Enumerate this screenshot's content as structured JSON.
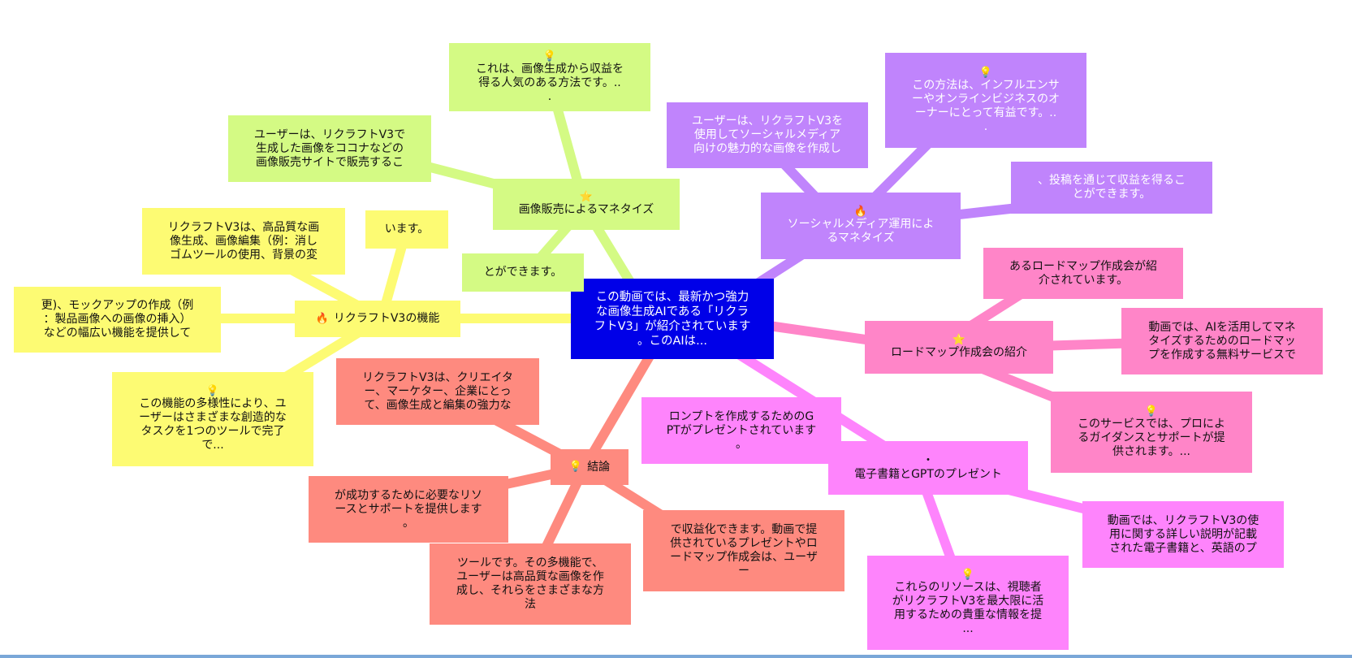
{
  "root": {
    "text": "この動画では、最新かつ強力\nな画像生成AIである「リクラ\nフトV3」が紹介されています\n。このAIは..."
  },
  "branches": {
    "image_sales": {
      "title": "画像販売によるマネタイズ",
      "icon": "star-icon",
      "tip": "これは、画像生成から収益を\n得る人気のある方法です。..\n.",
      "detail": "ユーザーは、リクラフトV3で\n生成した画像をココナなどの\n画像販売サイトで販売するこ",
      "cont": "とができます。"
    },
    "features": {
      "title": "リクラフトV3の機能",
      "icon": "fire-icon",
      "detail1": "リクラフトV3は、高品質な画\n像生成、画像編集（例：消し\nゴムツールの使用、背景の変",
      "detail2": "います。",
      "detail3": "更)、モックアップの作成（例\n：製品画像への画像の挿入）\nなどの幅広い機能を提供して",
      "tip": "この機能の多様性により、ユ\nーザーはさまざまな創造的な\nタスクを1つのツールで完了\nで..."
    },
    "social": {
      "title": "ソーシャルメディア運用によ\nるマネタイズ",
      "icon": "fire-icon",
      "detail": "ユーザーは、リクラフトV3を\n使用してソーシャルメディア\n向けの魅力的な画像を作成し",
      "tip": "この方法は、インフルエンサ\nーやオンラインビジネスのオ\nーナーにとって有益です。..\n.",
      "cont": "、投稿を通じて収益を得るこ\nとができます。"
    },
    "roadmap": {
      "title": "ロードマップ作成会の紹介",
      "icon": "star-icon",
      "detail1": "あるロードマップ作成会が紹\n介されています。",
      "detail2": "動画では、AIを活用してマネ\nタイズするためのロードマッ\nプを作成する無料サービスで",
      "tip": "このサービスでは、プロによ\nるガイダンスとサポートが提\n供されます。..."
    },
    "ebook": {
      "title": "・\n電子書籍とGPTのプレゼント",
      "detail1": "ロンプトを作成するためのG\nPTがプレゼントされています\n。",
      "detail2": "動画では、リクラフトV3の使\n用に関する詳しい説明が記載\nされた電子書籍と、英語のプ",
      "tip": "これらのリソースは、視聴者\nがリクラフトV3を最大限に活\n用するための貴重な情報を提\n..."
    },
    "conclusion": {
      "title": "結論",
      "icon": "bulb-icon",
      "detail1": "リクラフトV3は、クリエイタ\nー、マーケター、企業にとっ\nて、画像生成と編集の強力な",
      "detail2": "が成功するために必要なリソ\nースとサポートを提供します\n。",
      "detail3": "ツールです。その多機能で、\nユーザーは高品質な画像を作\n成し、それらをさまざまな方\n法",
      "detail4": "で収益化できます。動画で提\n供されているプレゼントやロ\nードマップ作成会は、ユーザ\nー"
    }
  },
  "colors": {
    "root": "#0000e8",
    "green": "#d4fa84",
    "yellow": "#fdfb73",
    "purple": "#c084fc",
    "pink": "#ff85c8",
    "salmon": "#fe8a7f",
    "magenta": "#fe84fc"
  }
}
